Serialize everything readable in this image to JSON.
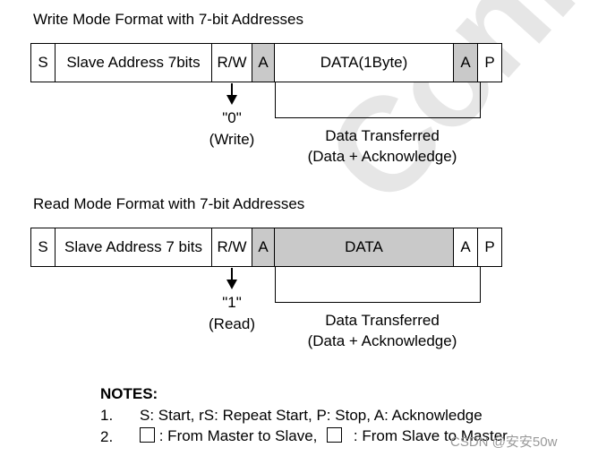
{
  "watermark": "Confidential",
  "write": {
    "title": "Write Mode Format with 7-bit Addresses",
    "cells": {
      "s": "S",
      "address": "Slave Address 7bits",
      "rw": "R/W",
      "a1": "A",
      "data": "DATA(1Byte)",
      "a2": "A",
      "p": "P"
    },
    "rw_value": "\"0\"",
    "rw_meaning": "(Write)",
    "transfer_line1": "Data Transferred",
    "transfer_line2": "(Data + Acknowledge)"
  },
  "read": {
    "title": "Read Mode Format with 7-bit Addresses",
    "cells": {
      "s": "S",
      "address": "Slave Address 7 bits",
      "rw": "R/W",
      "a1": "A",
      "data": "DATA",
      "a2": "A",
      "p": "P"
    },
    "rw_value": "\"1\"",
    "rw_meaning": "(Read)",
    "transfer_line1": "Data Transferred",
    "transfer_line2": "(Data + Acknowledge)"
  },
  "notes": {
    "title": "NOTES:",
    "items": [
      {
        "num": "1.",
        "text": "S: Start, rS: Repeat Start, P: Stop, A: Acknowledge"
      },
      {
        "num": "2.",
        "part1": ": From Master to Slave,",
        "part2": ": From Slave to Master"
      }
    ]
  },
  "credit": "CSDN @安安50w",
  "colors": {
    "master_to_slave": "#ffffff",
    "slave_to_master": "#c9c9c9"
  }
}
